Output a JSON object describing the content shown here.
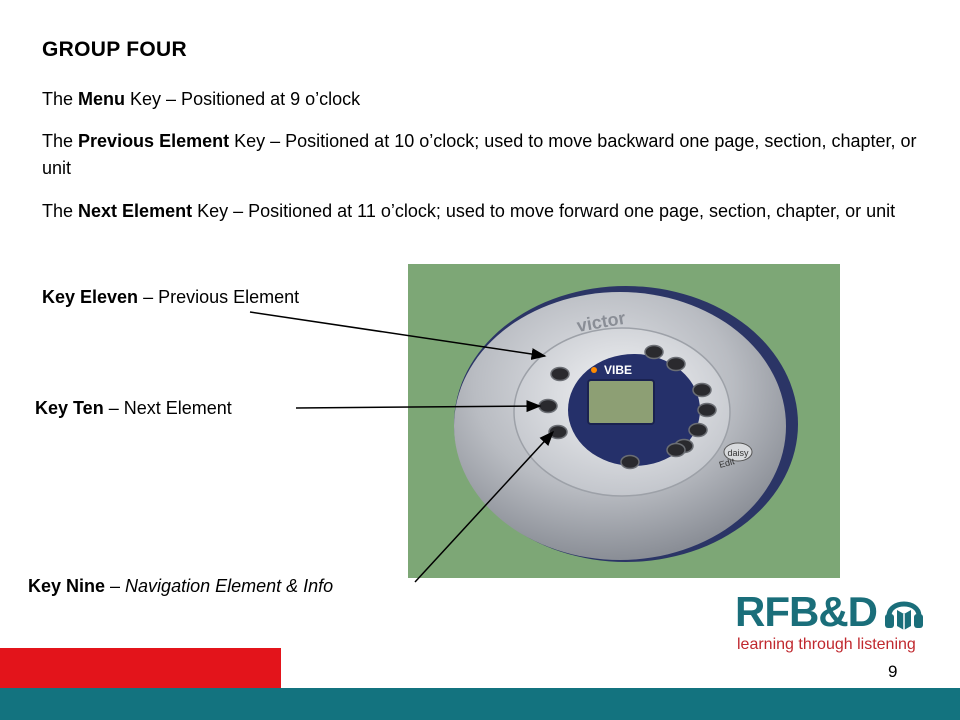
{
  "slide": {
    "title": "GROUP FOUR",
    "page_number": "9"
  },
  "paragraphs": [
    {
      "pre": "The ",
      "key": "Menu",
      "post": " Key – Positioned at 9 o’clock"
    },
    {
      "pre": "The ",
      "key": "Previous Element",
      "post": " Key – Positioned at 10 o’clock; used to move backward one page, section, chapter, or unit"
    },
    {
      "pre": "The ",
      "key": "Next Element",
      "post": " Key – Positioned at 11 o’clock; used to move forward one page, section, chapter, or unit"
    }
  ],
  "labels": {
    "eleven": {
      "key": "Key Eleven",
      "rest": " – Previous Element"
    },
    "ten": {
      "key": "Key Ten",
      "rest": " – Next Element"
    },
    "nine": {
      "key": "Key Nine",
      "dash": " – ",
      "rest": "Navigation Element & Info"
    }
  },
  "device": {
    "brand": "victor",
    "screen_brand": "VIBE",
    "badge": "daisy",
    "edit": "Edit"
  },
  "logo": {
    "name": "RFB&D",
    "tagline": "learning through listening"
  },
  "colors": {
    "accent_red": "#e3141b",
    "accent_teal": "#13737f",
    "photo_bg": "#7da776"
  }
}
